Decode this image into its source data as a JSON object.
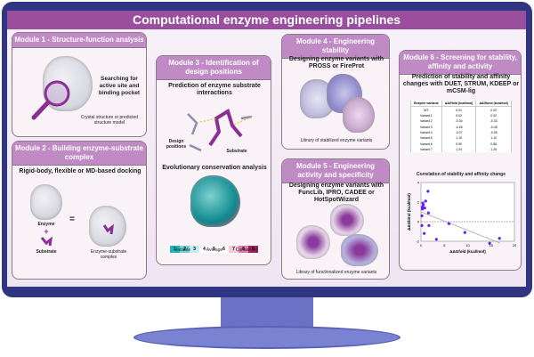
{
  "title": "Computational enzyme engineering pipelines",
  "module1": {
    "header": "Module 1 - Structure-function analysis",
    "search_label": "Searching for active site and binding pocket",
    "caption": "Crystal structure or predicted structure model"
  },
  "module2": {
    "header": "Module 2 - Building enzyme-substrate complex",
    "subtitle": "Rigid-body, flexible or MD-based docking",
    "enzyme": "Enzyme",
    "plus": "+",
    "substrate": "Substrate",
    "equals": "=",
    "complex": "Enzyme-substrate complex"
  },
  "module3": {
    "header": "Module 3 - Identification of design positions",
    "subtitle": "Prediction of enzyme substrate interactions",
    "design_positions": "Design positions",
    "substrate": "Substrate",
    "conservation": "Evolutionary conservation analysis",
    "scale": [
      "1",
      "2",
      "3",
      "4",
      "5",
      "6",
      "7",
      "8",
      "9"
    ],
    "scale_colors": [
      "#1fb5b8",
      "#6fd3d6",
      "#c6eef0",
      "#ffffff",
      "#ffffff",
      "#ffffff",
      "#f6c6dc",
      "#e07aaa",
      "#a0225f"
    ],
    "variable": "Variable",
    "average": "Average",
    "conserved": "Conserved"
  },
  "module4": {
    "header": "Module 4 - Engineering stability",
    "subtitle": "Designing enzyme variants with PROSS or FireProt",
    "caption": "Library of stabilized enzyme variants"
  },
  "module5": {
    "header": "Module 5 - Engineering activity and specificity",
    "subtitle": "Designing enzyme variants with FuncLib, IPRO, CADEE or HotSpotWizard",
    "caption": "Library of functionalized enzyme variants"
  },
  "module6": {
    "header": "Module 6 - Screening for stability, affinity and activity",
    "subtitle": "Prediction of stability and affinity changes with DUET, STRUM, KDEEP or mCSM-lig",
    "table": {
      "headers": [
        "Enzyme variants",
        "ΔΔGfold (kcal/mol)",
        "ΔΔGbind (kcal/mol)"
      ],
      "rows": [
        [
          "WT",
          "0.01",
          "0.02"
        ],
        [
          "Variant 1",
          "0.02",
          "0.02"
        ],
        [
          "Variant 2",
          "-0.34",
          "-0.33"
        ],
        [
          "Variant 3",
          "-0.46",
          "-0.45"
        ],
        [
          "Variant 4",
          "-0.07",
          "-0.05"
        ],
        [
          "Variant 5",
          "1.10",
          "1.10"
        ],
        [
          "Variant 6",
          "0.90",
          "0.86"
        ],
        [
          "Variant 7",
          "1.24",
          "1.25"
        ]
      ]
    },
    "chart_title": "Correlation of stability and affinity change"
  },
  "chart_data": {
    "type": "scatter",
    "title": "Correlation of stability and affinity change",
    "xlabel": "ΔΔGfold (kcal/mol)",
    "ylabel": "ΔΔGbind (kcal/mol)",
    "xlim": [
      0,
      20
    ],
    "ylim": [
      -2,
      4
    ],
    "xticks": [
      "0",
      "5",
      "10",
      "15",
      "20"
    ],
    "yticks": [
      "4",
      "2",
      "0",
      "-2"
    ],
    "points": [
      [
        0.2,
        0.6
      ],
      [
        0.3,
        1.5
      ],
      [
        0.4,
        1.9
      ],
      [
        0.5,
        1.7
      ],
      [
        1.0,
        2.1
      ],
      [
        1.5,
        3.1
      ],
      [
        0.8,
        1.4
      ],
      [
        0.3,
        1.3
      ],
      [
        1.6,
        0.9
      ],
      [
        0.2,
        -0.4
      ],
      [
        0.7,
        -1.2
      ],
      [
        1.7,
        -0.4
      ],
      [
        3.3,
        -1.8
      ],
      [
        6.0,
        -0.2
      ],
      [
        9.4,
        -1.1
      ],
      [
        14.7,
        -2.2
      ],
      [
        16.8,
        -1.7
      ]
    ],
    "trendline": [
      [
        0,
        1.0
      ],
      [
        17,
        -2.2
      ]
    ],
    "color": "#6a1bff"
  },
  "colors": {
    "bezel": "#2f3580",
    "title_bar": "#9a4e9e",
    "module_header": "#c08ac4",
    "stand": "#6a72c6"
  }
}
